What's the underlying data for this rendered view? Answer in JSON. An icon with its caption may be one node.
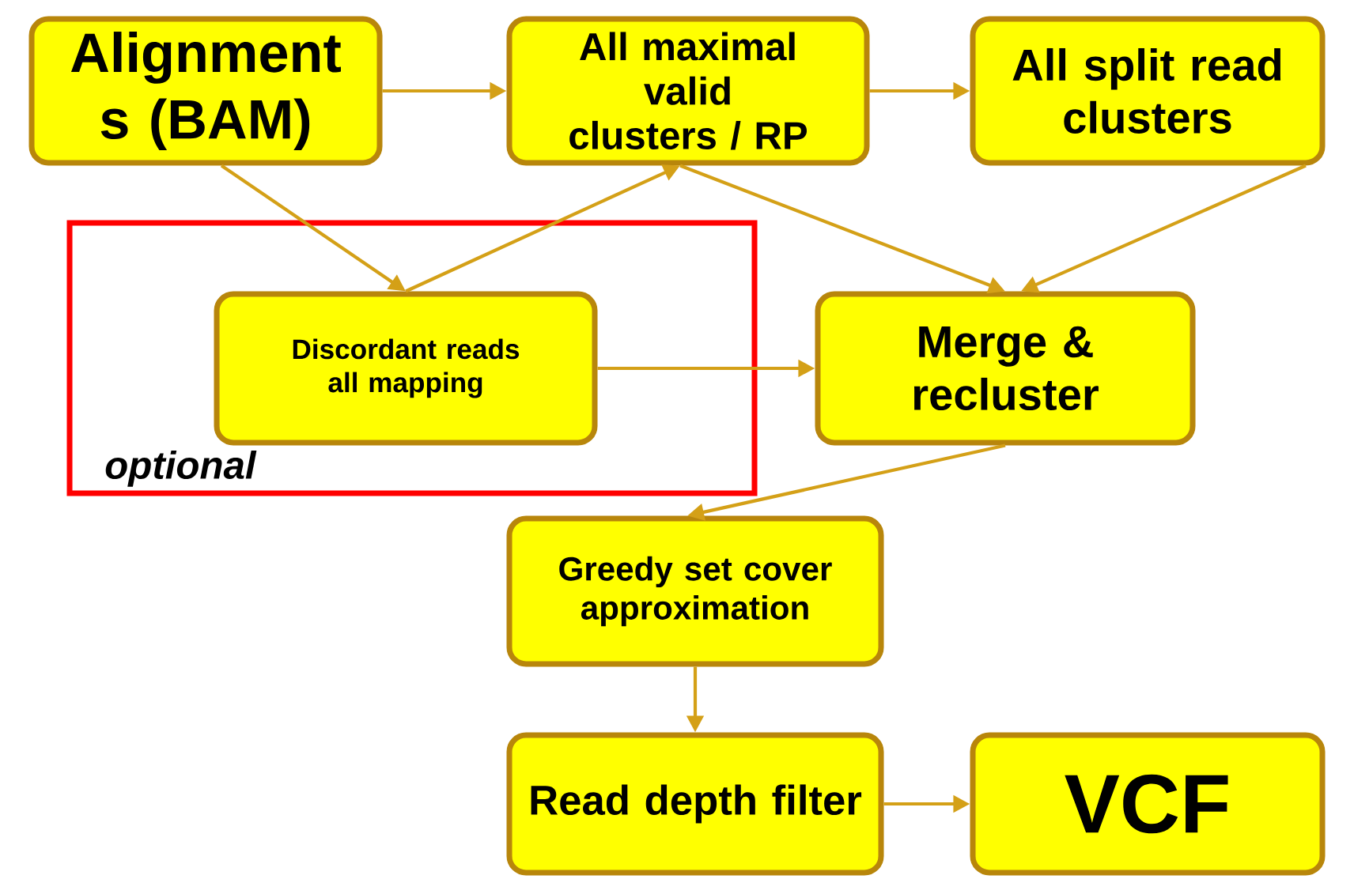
{
  "diagram": {
    "nodes": [
      {
        "text": [
          "Alignment s (BAM)"
        ]
      },
      {
        "text": [
          "All maximal valid clusters / RP"
        ]
      },
      {
        "text": [
          "All split read clusters"
        ]
      },
      {
        "text": [
          "optional"
        ]
      },
      {
        "text": [
          "Discordant reads all mapping"
        ],
        "in": 3
      },
      {
        "text": [
          "Merge & recluster"
        ]
      },
      {
        "text": [
          "Greedy set cover approximation"
        ]
      },
      {
        "text": [
          "Read depth filter"
        ]
      },
      {
        "text": [
          "VCF"
        ]
      }
    ],
    "edges": [
      {
        "from": 0,
        "to": 1,
        "arrow": "to"
      },
      {
        "from": 1,
        "to": 2,
        "arrow": "to"
      },
      {
        "from": 0,
        "to": 4,
        "arrow": "to"
      },
      {
        "from": 4,
        "to": 1,
        "arrow": "to"
      },
      {
        "from": 1,
        "to": 5,
        "arrow": "to"
      },
      {
        "from": 2,
        "to": 5,
        "arrow": "to"
      },
      {
        "from": 4,
        "to": 5,
        "arrow": "to"
      },
      {
        "from": 5,
        "to": 6,
        "arrow": "to"
      },
      {
        "from": 6,
        "to": 7,
        "arrow": "to"
      },
      {
        "from": 7,
        "to": 8,
        "arrow": "to"
      }
    ]
  }
}
